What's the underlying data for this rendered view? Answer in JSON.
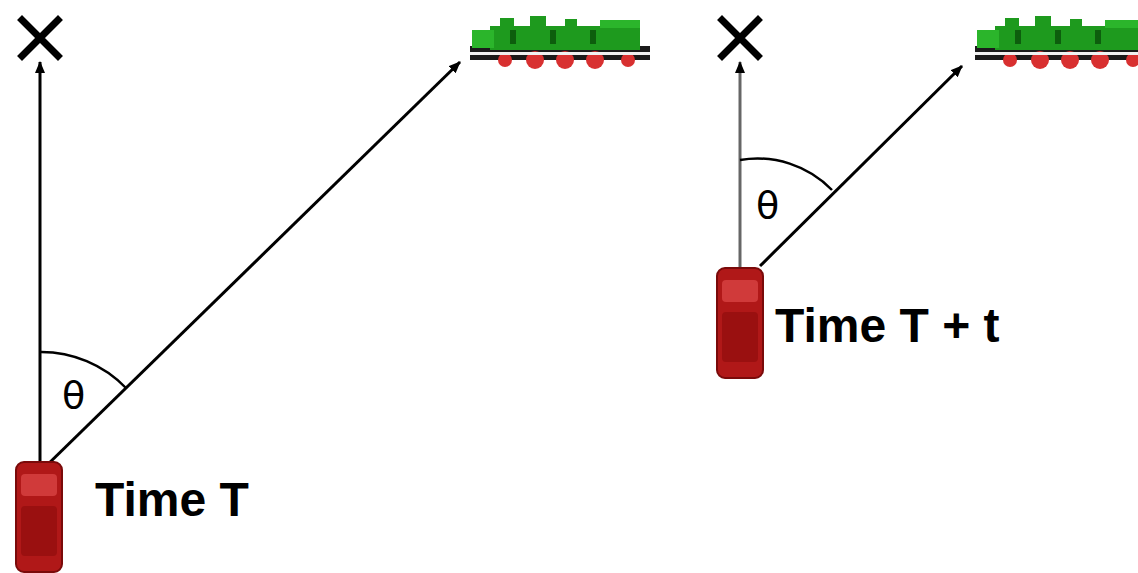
{
  "diagram": {
    "labels": [
      "θ",
      "Time T",
      "θ",
      "Time T + t"
    ]
  }
}
